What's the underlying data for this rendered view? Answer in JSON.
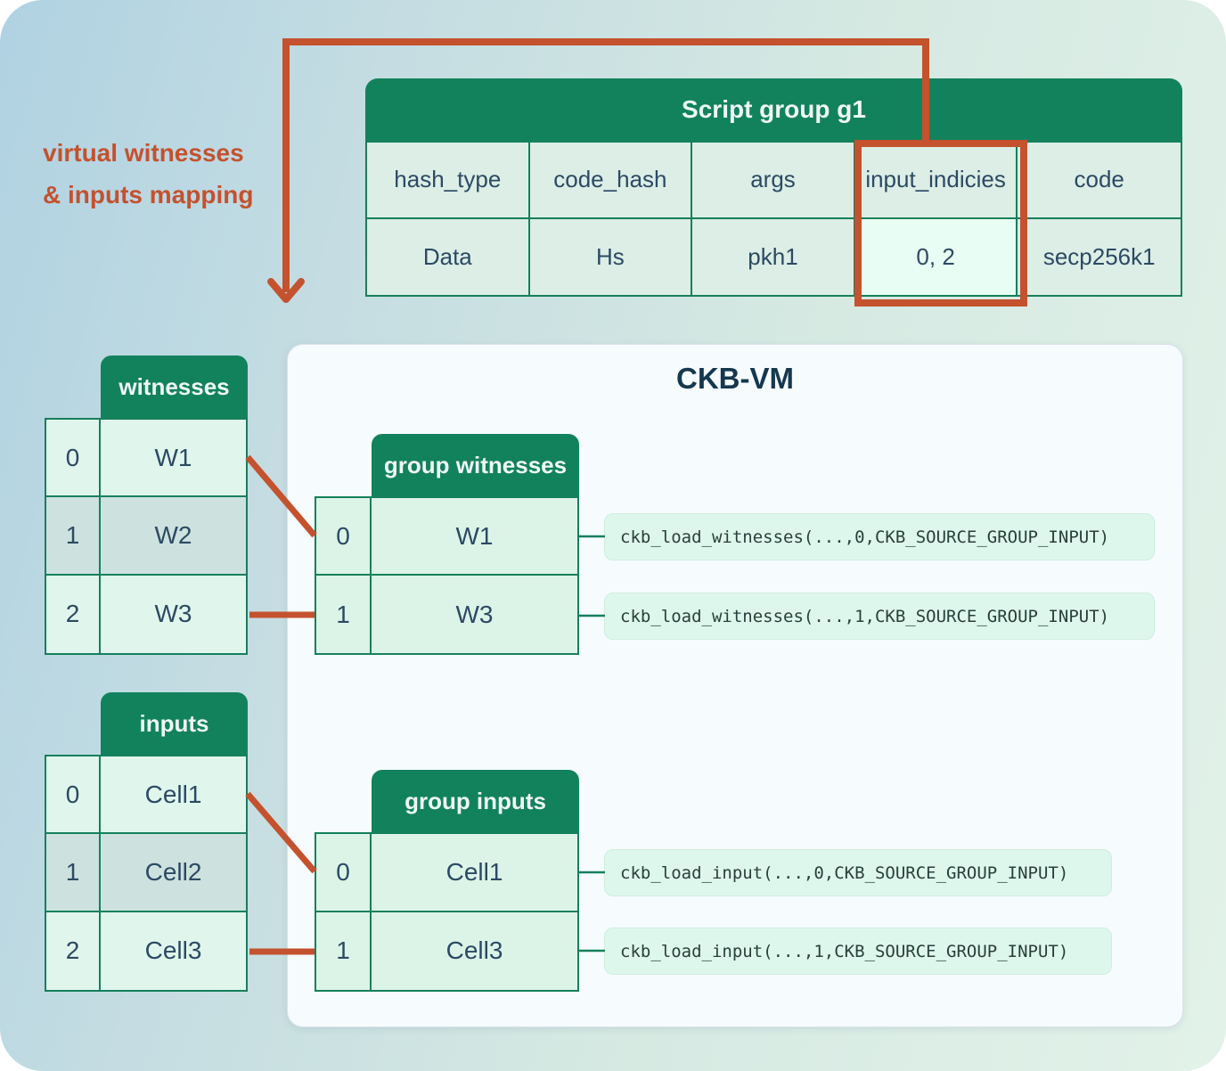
{
  "annotation": {
    "line1": "virtual witnesses",
    "line2": "& inputs mapping"
  },
  "script_group": {
    "title": "Script group g1",
    "headers": [
      "hash_type",
      "code_hash",
      "args",
      "input_indicies",
      "code"
    ],
    "values": [
      "Data",
      "Hs",
      "pkh1",
      "0, 2",
      "secp256k1"
    ],
    "highlighted_column": "input_indicies"
  },
  "witnesses": {
    "title": "witnesses",
    "rows": [
      {
        "index": "0",
        "value": "W1"
      },
      {
        "index": "1",
        "value": "W2"
      },
      {
        "index": "2",
        "value": "W3"
      }
    ]
  },
  "inputs": {
    "title": "inputs",
    "rows": [
      {
        "index": "0",
        "value": "Cell1"
      },
      {
        "index": "1",
        "value": "Cell2"
      },
      {
        "index": "2",
        "value": "Cell3"
      }
    ]
  },
  "vm": {
    "title": "CKB-VM",
    "group_witnesses": {
      "title": "group witnesses",
      "rows": [
        {
          "index": "0",
          "value": "W1",
          "code": "ckb_load_witnesses(...,0,CKB_SOURCE_GROUP_INPUT)"
        },
        {
          "index": "1",
          "value": "W3",
          "code": "ckb_load_witnesses(...,1,CKB_SOURCE_GROUP_INPUT)"
        }
      ]
    },
    "group_inputs": {
      "title": "group inputs",
      "rows": [
        {
          "index": "0",
          "value": "Cell1",
          "code": "ckb_load_input(...,0,CKB_SOURCE_GROUP_INPUT)"
        },
        {
          "index": "1",
          "value": "Cell3",
          "code": "ckb_load_input(...,1,CKB_SOURCE_GROUP_INPUT)"
        }
      ]
    }
  },
  "colors": {
    "green": "#12825D",
    "border_green": "#15805C",
    "orange": "#C4522E",
    "mint": "#E0F6EC",
    "mint_bright": "#E8FDF4",
    "navy": "#2C4A64"
  }
}
